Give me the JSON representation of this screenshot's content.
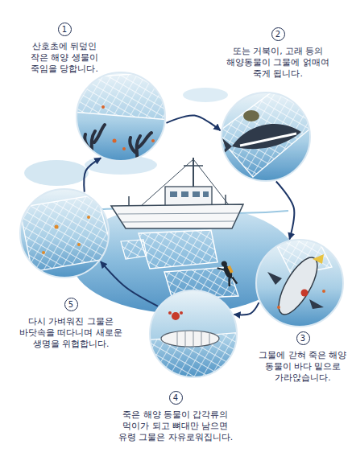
{
  "diagram": {
    "nodes": [
      {
        "text": [
          "1",
          "산호초에 뒤덮인 작은 해양 생물이 죽임을 당합니다."
        ]
      },
      {
        "text": [
          "2",
          "또는 거북이, 고래 등의 해양동물이 그물에 얽매여 죽게 됩니다."
        ]
      },
      {
        "text": [
          "3",
          "그물에 갇혀 죽은 해양 동물이 바다 밑으로 가라앉습니다."
        ]
      },
      {
        "text": [
          "4",
          "죽은 해양 동물이 갑각류의 먹이가 되고 뼈대만 남으면 유령 그물은 자유로워집니다."
        ]
      },
      {
        "text": [
          "5",
          "다시 가벼워진 그물은 바닷속을 떠다니며 새로운 생명을 위협합니다."
        ]
      }
    ],
    "edges": [
      {
        "from": 0,
        "to": 1,
        "arrow": "to"
      },
      {
        "from": 1,
        "to": 2,
        "arrow": "to"
      },
      {
        "from": 2,
        "to": 3,
        "arrow": "to"
      },
      {
        "from": 3,
        "to": 4,
        "arrow": "to"
      },
      {
        "from": 4,
        "to": 0,
        "arrow": "to"
      }
    ]
  }
}
